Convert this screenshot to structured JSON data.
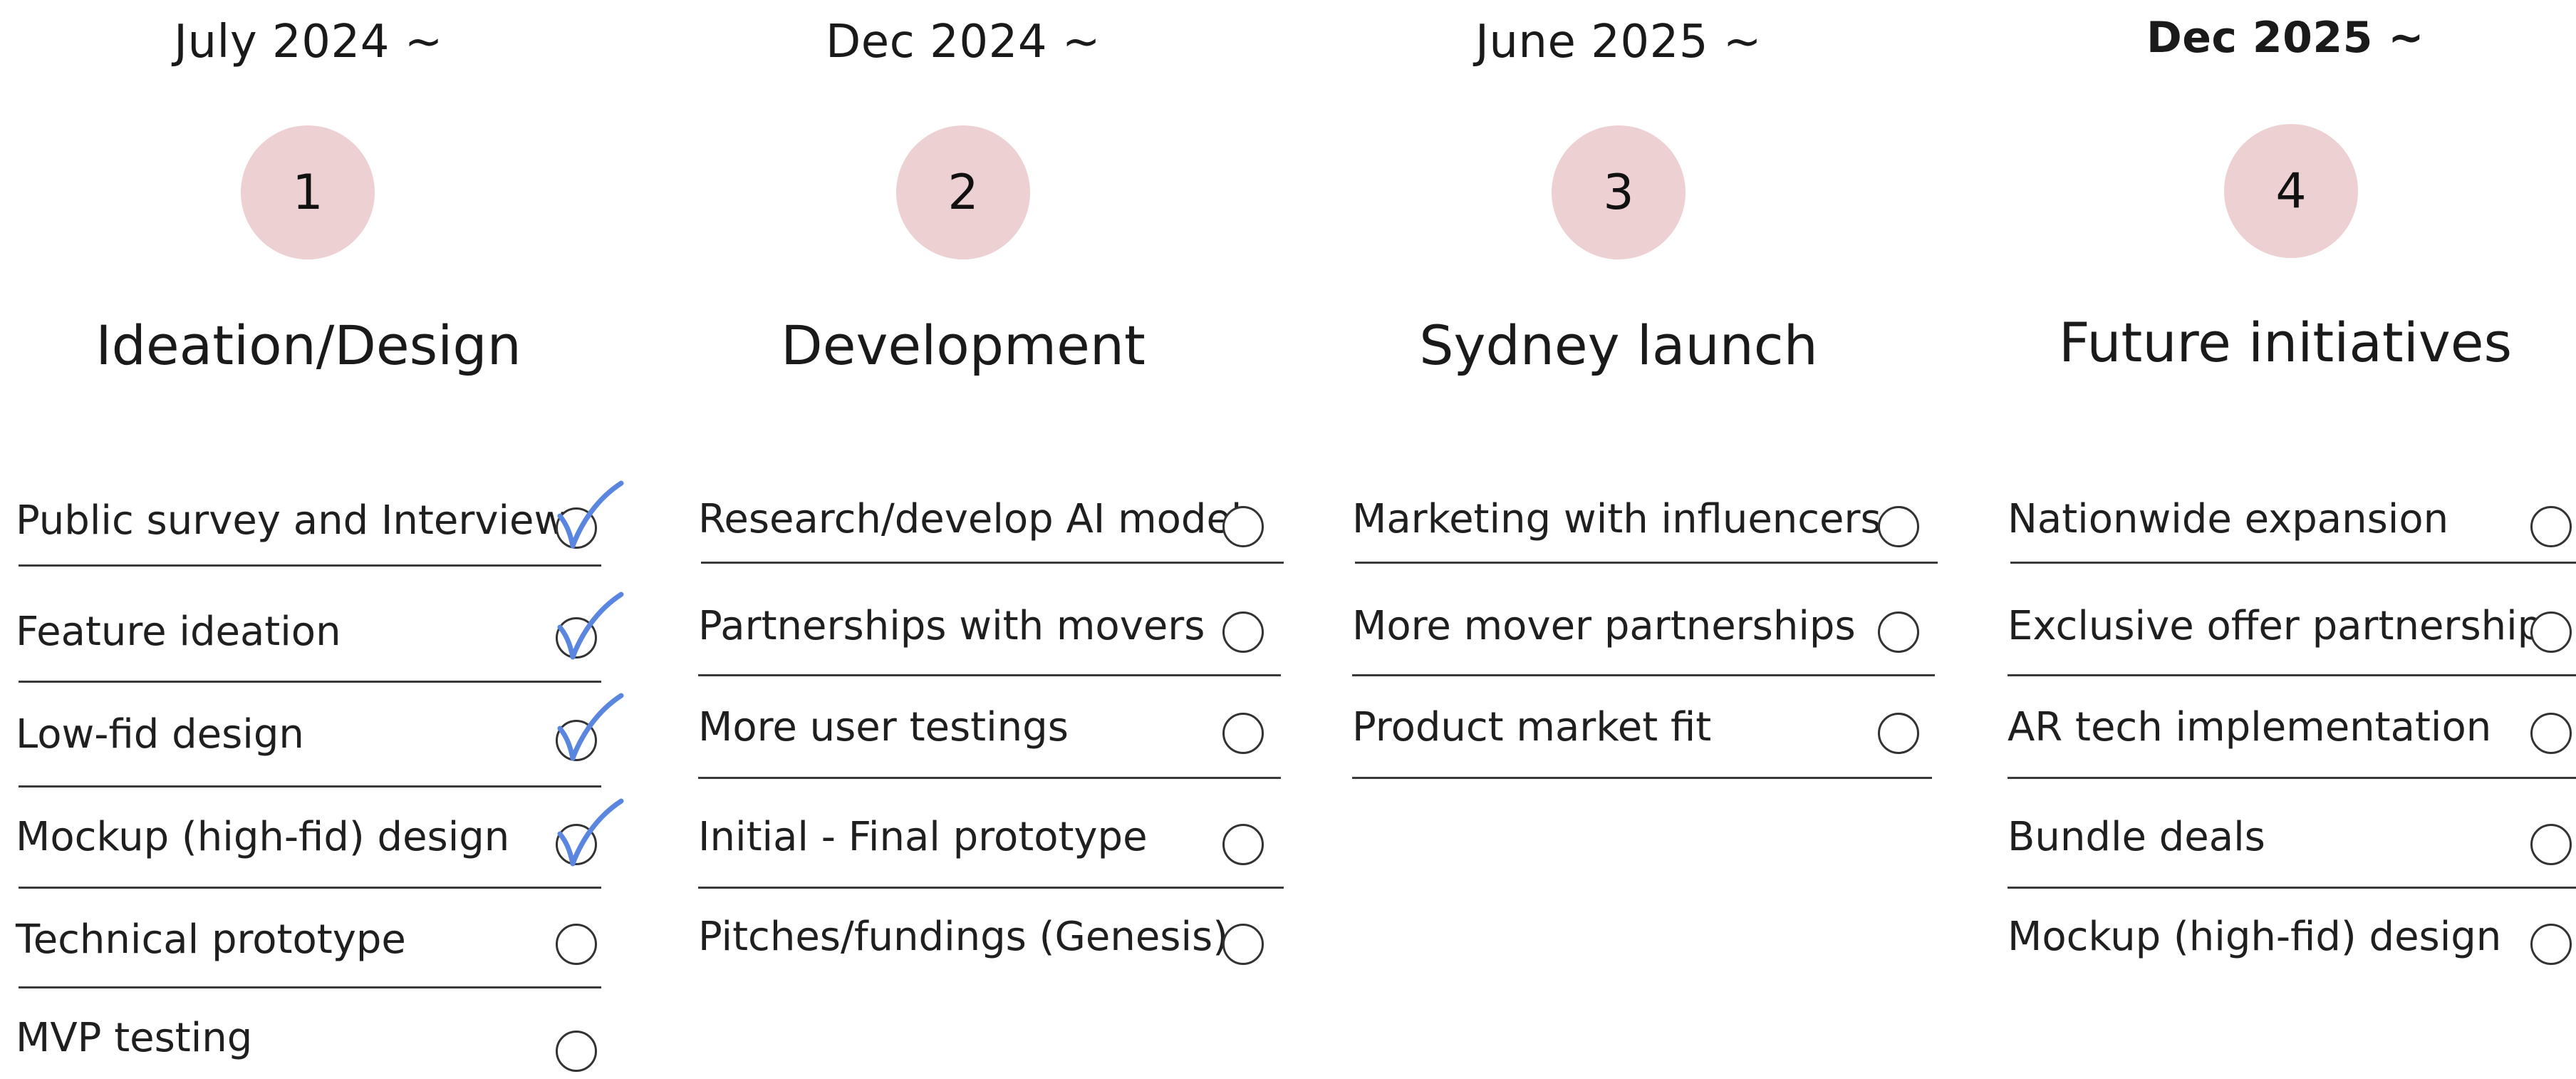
{
  "accent_circle_color": "#ecd0d2",
  "tick_color": "#5b86e0",
  "phases": [
    {
      "date": "July 2024 ~",
      "number": "1",
      "title": "Ideation/Design",
      "tasks": [
        {
          "label": "Public survey and Interviews",
          "done": true
        },
        {
          "label": "Feature ideation",
          "done": true
        },
        {
          "label": "Low-fid design",
          "done": true
        },
        {
          "label": "Mockup (high-fid) design",
          "done": true
        },
        {
          "label": "Technical prototype",
          "done": false
        },
        {
          "label": "MVP testing",
          "done": false
        }
      ]
    },
    {
      "date": "Dec 2024 ~",
      "number": "2",
      "title": "Development",
      "tasks": [
        {
          "label": "Research/develop AI model",
          "done": false
        },
        {
          "label": "Partnerships with movers",
          "done": false
        },
        {
          "label": "More user testings",
          "done": false
        },
        {
          "label": "Initial - Final prototype",
          "done": false
        },
        {
          "label": "Pitches/fundings (Genesis)",
          "done": false
        }
      ]
    },
    {
      "date": "June 2025 ~",
      "number": "3",
      "title": "Sydney launch",
      "tasks": [
        {
          "label": "Marketing with influencers",
          "done": false
        },
        {
          "label": "More mover partnerships",
          "done": false
        },
        {
          "label": "Product market fit",
          "done": false
        }
      ]
    },
    {
      "date": "Dec 2025 ~",
      "number": "4",
      "title": "Future initiatives",
      "tasks": [
        {
          "label": "Nationwide expansion",
          "done": false
        },
        {
          "label": "Exclusive offer partnerships",
          "done": false
        },
        {
          "label": "AR tech implementation",
          "done": false
        },
        {
          "label": "Bundle deals",
          "done": false
        },
        {
          "label": "Mockup (high-fid) design",
          "done": false
        }
      ]
    }
  ]
}
